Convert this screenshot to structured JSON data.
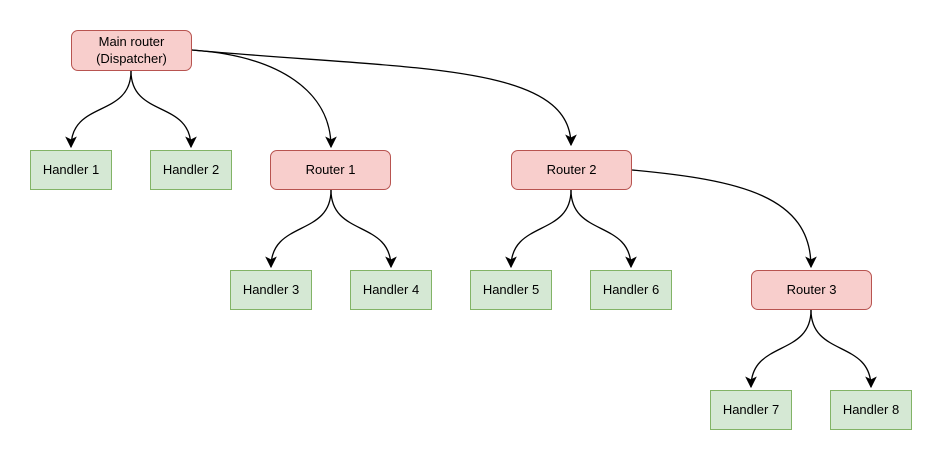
{
  "diagram": {
    "colors": {
      "router_fill": "#f8cecc",
      "router_border": "#b85450",
      "handler_fill": "#d5e8d4",
      "handler_border": "#82b366",
      "edge_color": "#000000"
    },
    "nodes": {
      "main_router": {
        "type": "router",
        "label_line1": "Main router",
        "label_line2": "(Dispatcher)"
      },
      "router_1": {
        "type": "router",
        "label": "Router 1"
      },
      "router_2": {
        "type": "router",
        "label": "Router 2"
      },
      "router_3": {
        "type": "router",
        "label": "Router 3"
      },
      "handler_1": {
        "type": "handler",
        "label": "Handler 1"
      },
      "handler_2": {
        "type": "handler",
        "label": "Handler 2"
      },
      "handler_3": {
        "type": "handler",
        "label": "Handler 3"
      },
      "handler_4": {
        "type": "handler",
        "label": "Handler 4"
      },
      "handler_5": {
        "type": "handler",
        "label": "Handler 5"
      },
      "handler_6": {
        "type": "handler",
        "label": "Handler 6"
      },
      "handler_7": {
        "type": "handler",
        "label": "Handler 7"
      },
      "handler_8": {
        "type": "handler",
        "label": "Handler 8"
      }
    },
    "edges": [
      {
        "from": "main_router",
        "to": "handler_1"
      },
      {
        "from": "main_router",
        "to": "handler_2"
      },
      {
        "from": "main_router",
        "to": "router_1"
      },
      {
        "from": "main_router",
        "to": "router_2"
      },
      {
        "from": "router_1",
        "to": "handler_3"
      },
      {
        "from": "router_1",
        "to": "handler_4"
      },
      {
        "from": "router_2",
        "to": "handler_5"
      },
      {
        "from": "router_2",
        "to": "handler_6"
      },
      {
        "from": "router_2",
        "to": "router_3"
      },
      {
        "from": "router_3",
        "to": "handler_7"
      },
      {
        "from": "router_3",
        "to": "handler_8"
      }
    ]
  }
}
